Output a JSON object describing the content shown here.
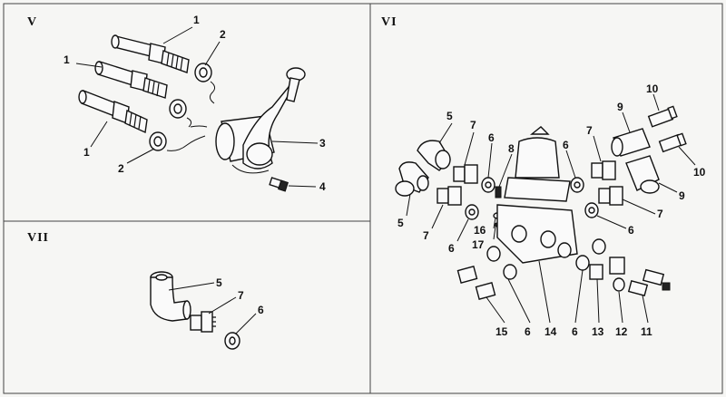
{
  "sections": {
    "v": {
      "title": "V"
    },
    "vi": {
      "title": "VI"
    },
    "vii": {
      "title": "VII"
    }
  },
  "callouts": {
    "v_1a": "1",
    "v_1b": "1",
    "v_1c": "1",
    "v_2a": "2",
    "v_2b": "2",
    "v_3": "3",
    "v_4": "4",
    "vii_5": "5",
    "vii_7": "7",
    "vii_6": "6",
    "vi_5a": "5",
    "vi_5b": "5",
    "vi_7a": "7",
    "vi_7b": "7",
    "vi_7c": "7",
    "vi_7d": "7",
    "vi_6a": "6",
    "vi_6b": "6",
    "vi_6c": "6",
    "vi_6d": "6",
    "vi_6e": "6",
    "vi_6f": "6",
    "vi_8": "8",
    "vi_9a": "9",
    "vi_9b": "9",
    "vi_10a": "10",
    "vi_10b": "10",
    "vi_16": "16",
    "vi_17": "17",
    "vi_15": "15",
    "vi_14": "14",
    "vi_13": "13",
    "vi_12": "12",
    "vi_11": "11"
  }
}
